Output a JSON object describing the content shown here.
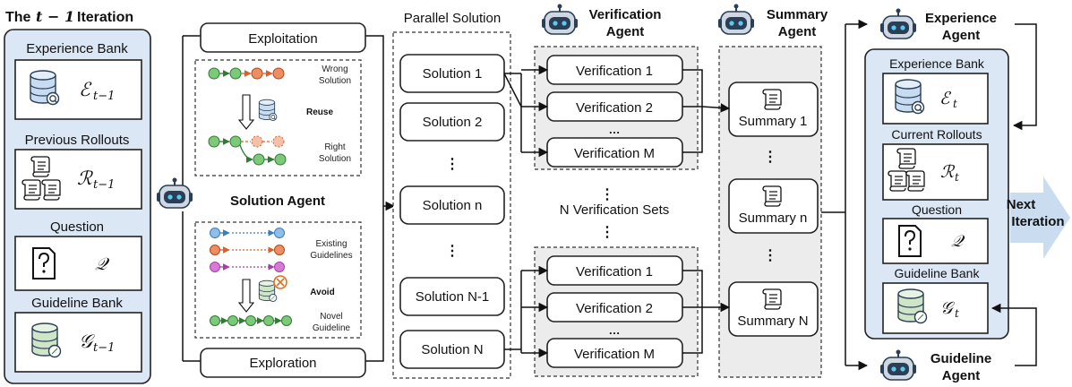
{
  "title": {
    "prefix": "The",
    "var": "t − 1",
    "suffix": "Iteration"
  },
  "left_panel": {
    "experience_bank": {
      "label": "Experience Bank",
      "symbol": "ℰ",
      "sub": "t−1"
    },
    "previous_rollouts": {
      "label": "Previous Rollouts",
      "symbol": "ℛ",
      "sub": "t−1"
    },
    "question": {
      "label": "Question",
      "symbol": "𝒬"
    },
    "guideline_bank": {
      "label": "Guideline Bank",
      "symbol": "𝒢",
      "sub": "t−1"
    }
  },
  "solution_agent": {
    "label": "Solution Agent",
    "exploitation": "Exploitation",
    "exploration": "Exploration",
    "top_detail": {
      "wrong": [
        "Wrong",
        "Solution"
      ],
      "reuse": "Reuse",
      "right": [
        "Right",
        "Solution"
      ]
    },
    "bottom_detail": {
      "existing": [
        "Existing",
        "Guidelines"
      ],
      "avoid": "Avoid",
      "novel": [
        "Novel",
        "Guideline"
      ]
    }
  },
  "parallel": {
    "title": "Parallel Solution",
    "solutions": [
      "Solution 1",
      "Solution 2",
      "Solution n",
      "Solution N-1",
      "Solution N"
    ]
  },
  "verification": {
    "agent": [
      "Verification",
      "Agent"
    ],
    "set_a": [
      "Verification 1",
      "Verification 2",
      "Verification M"
    ],
    "set_b": [
      "Verification 1",
      "Verification 2",
      "Verification M"
    ],
    "sets_label": "N Verification Sets"
  },
  "summary": {
    "agent": [
      "Summary",
      "Agent"
    ],
    "items": [
      "Summary 1",
      "Summary n",
      "Summary N"
    ]
  },
  "right_panel": {
    "experience_agent": [
      "Experience",
      "Agent"
    ],
    "experience_bank": {
      "label": "Experience Bank",
      "symbol": "ℰ",
      "sub": "t"
    },
    "current_rollouts": {
      "label": "Current Rollouts",
      "symbol": "ℛ",
      "sub": "t"
    },
    "question": {
      "label": "Question",
      "symbol": "𝒬"
    },
    "guideline_bank": {
      "label": "Guideline Bank",
      "symbol": "𝒢",
      "sub": "t"
    },
    "guideline_agent": [
      "Guideline",
      "Agent"
    ]
  },
  "next_iteration": [
    "Next",
    "Iteration"
  ],
  "colors": {
    "panel": "#dbe7f5",
    "green": "#7cc97a",
    "orange": "#ef8d62",
    "blue": "#8fbfe8",
    "purple": "#d77ad6"
  }
}
